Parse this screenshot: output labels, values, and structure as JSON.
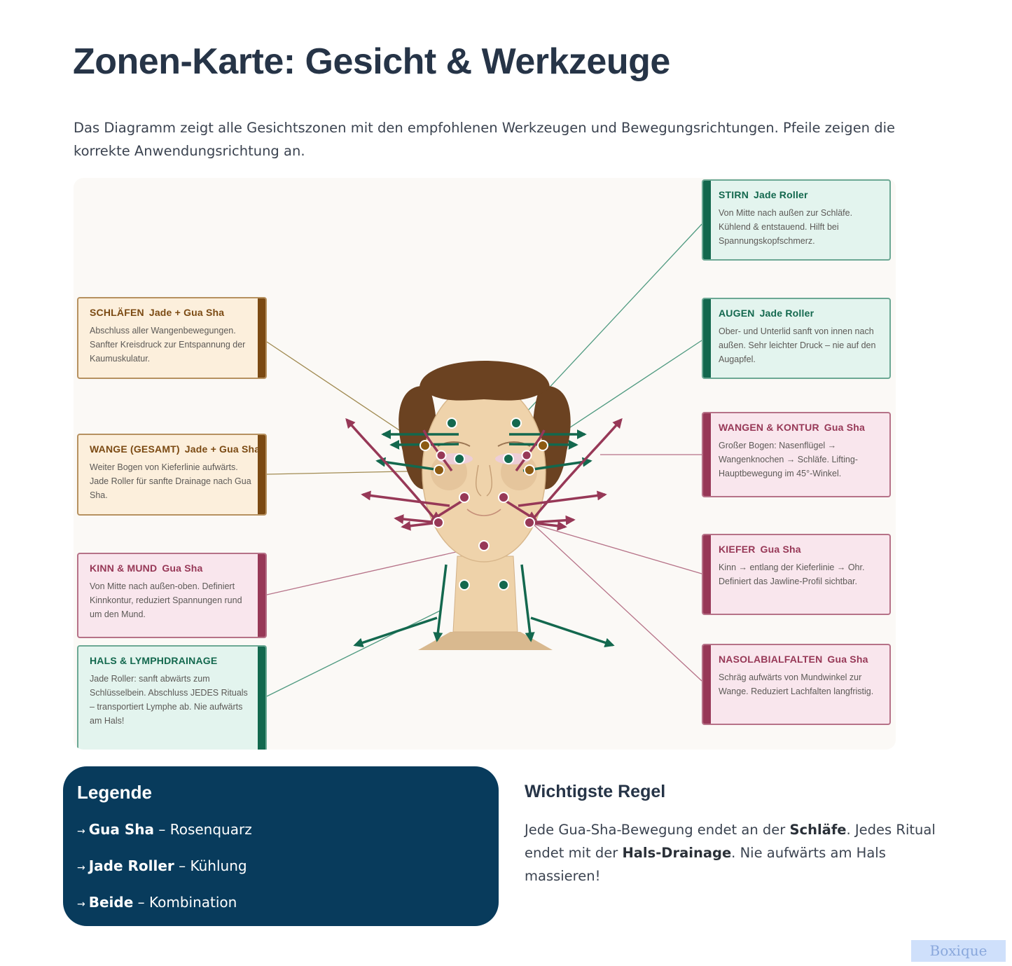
{
  "page": {
    "title": "Zonen-Karte: Gesicht & Werkzeuge",
    "intro": "Das Diagramm zeigt alle Gesichtszonen mit den empfohlenen Werkzeugen und Bewegungsrichtungen. Pfeile zeigen die korrekte Anwendungsrichtung an."
  },
  "colors": {
    "jade": "#13684e",
    "gua_sha": "#973857",
    "both": "#7b4a13",
    "legend_bg": "#083b5c"
  },
  "diagram": {
    "zones": [
      {
        "id": "stirn",
        "zone": "STIRN",
        "tool": "Jade Roller",
        "text": "Von Mitte nach außen zur Schläfe. Kühlend & entstauend. Hilft bei Spannungskopfschmerz."
      },
      {
        "id": "augen",
        "zone": "AUGEN",
        "tool": "Jade Roller",
        "text": "Ober- und Unterlid sanft von innen nach außen. Sehr leichter Druck – nie auf den Augapfel."
      },
      {
        "id": "wangen-kontur",
        "zone": "WANGEN & KONTUR",
        "tool": "Gua Sha",
        "text": "Großer Bogen: Nasenflügel → Wangenknochen → Schläfe. Lifting-Hauptbewegung im 45°-Winkel."
      },
      {
        "id": "kiefer",
        "zone": "KIEFER",
        "tool": "Gua Sha",
        "text": "Kinn → entlang der Kieferlinie → Ohr. Definiert das Jawline-Profil sichtbar."
      },
      {
        "id": "nasolabial",
        "zone": "NASOLABIALFALTEN",
        "tool": "Gua Sha",
        "text": "Schräg aufwärts von Mundwinkel zur Wange. Reduziert Lachfalten langfristig."
      },
      {
        "id": "schlaefen",
        "zone": "SCHLÄFEN",
        "tool": "Jade + Gua Sha",
        "text": "Abschluss aller Wangenbewegungen. Sanfter Kreisdruck zur Entspannung der Kaumuskulatur."
      },
      {
        "id": "wange-gesamt",
        "zone": "WANGE (GESAMT)",
        "tool": "Jade + Gua Sha",
        "text": "Weiter Bogen von Kieferlinie aufwärts. Jade Roller für sanfte Drainage nach Gua Sha."
      },
      {
        "id": "kinn-mund",
        "zone": "KINN & MUND",
        "tool": "Gua Sha",
        "text": "Von Mitte nach außen-oben. Definiert Kinnkontur, reduziert Spannungen rund um den Mund."
      },
      {
        "id": "hals",
        "zone": "HALS & LYMPHDRAINAGE",
        "tool": "",
        "text": "Jade Roller: sanft abwärts zum Schlüsselbein. Abschluss JEDES Rituals – transportiert Lymphe ab. Nie aufwärts am Hals!"
      }
    ]
  },
  "legend": {
    "title": "Legende",
    "items": [
      {
        "arrow": "→",
        "name": "Gua Sha",
        "desc": "– Rosenquarz"
      },
      {
        "arrow": "→",
        "name": "Jade Roller",
        "desc": "– Kühlung"
      },
      {
        "arrow": "→",
        "name": "Beide",
        "desc": "– Kombination"
      }
    ]
  },
  "rule": {
    "title": "Wichtigste Regel",
    "p1": "Jede Gua-Sha-Bewegung endet an der ",
    "b1": "Schläfe",
    "p2": ". Jedes Ritual endet mit der ",
    "b2": "Hals-Drainage",
    "p3": ". Nie aufwärts am Hals massieren!"
  },
  "watermark": "Boxique"
}
